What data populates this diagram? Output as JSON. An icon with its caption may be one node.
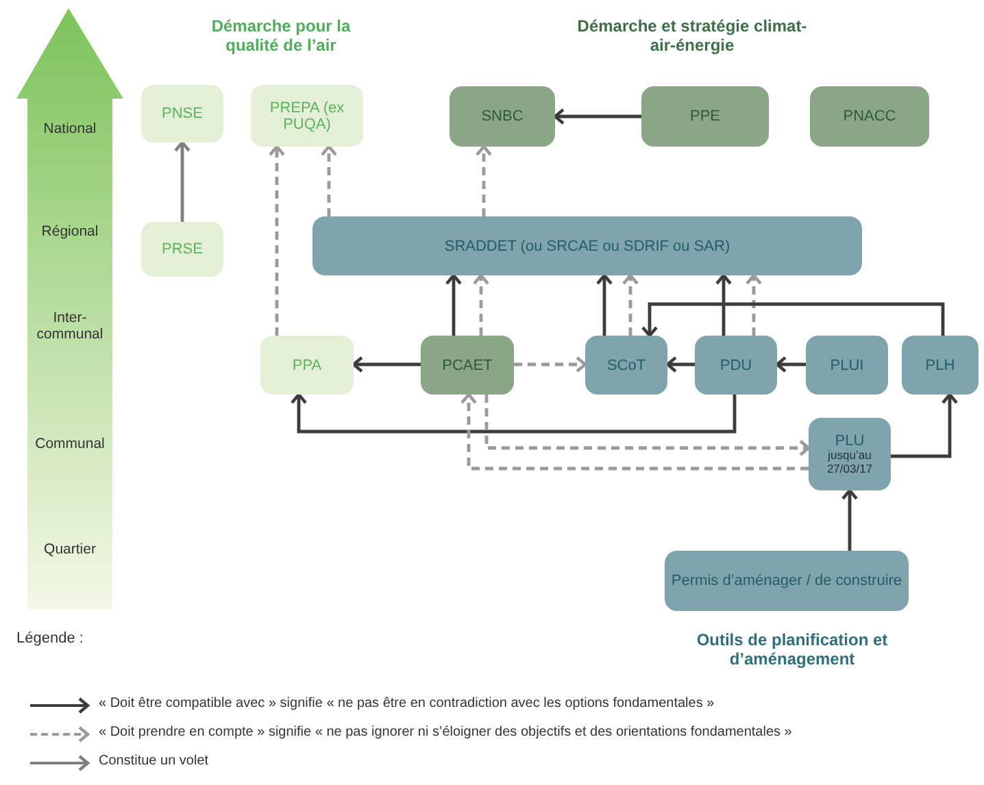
{
  "diagram": {
    "nodes": [
      {
        "text": [
          "PNSE"
        ]
      },
      {
        "text": [
          "PREPA (ex PUQA)"
        ]
      },
      {
        "text": [
          "SNBC"
        ]
      },
      {
        "text": [
          "PPE"
        ]
      },
      {
        "text": [
          "PNACC"
        ]
      },
      {
        "text": [
          "PRSE"
        ]
      },
      {
        "text": [
          "SRADDET (ou SRCAE ou SDRIF ou SAR)"
        ]
      },
      {
        "text": [
          "PPA"
        ]
      },
      {
        "text": [
          "PCAET"
        ]
      },
      {
        "text": [
          "SCoT"
        ]
      },
      {
        "text": [
          "PDU"
        ]
      },
      {
        "text": [
          "PLUI"
        ]
      },
      {
        "text": [
          "PLH"
        ]
      },
      {
        "text": [
          "PLU",
          "jusqu’au 27/03/17"
        ]
      },
      {
        "text": [
          "Permis d’aménager / de construire"
        ]
      }
    ],
    "edges": [
      {
        "from": 5,
        "to": 0,
        "arrow": "to",
        "color": "#808080"
      },
      {
        "from": 7,
        "to": 1,
        "arrow": "to",
        "style": "dashed",
        "color": "#9a9a9a"
      },
      {
        "from": 6,
        "to": 1,
        "arrow": "to",
        "style": "dashed",
        "color": "#9a9a9a"
      },
      {
        "from": 6,
        "to": 2,
        "arrow": "to",
        "style": "dashed",
        "color": "#9a9a9a"
      },
      {
        "from": 3,
        "to": 2,
        "arrow": "to"
      },
      {
        "from": 8,
        "to": 7,
        "arrow": "to"
      },
      {
        "from": 8,
        "to": 9,
        "arrow": "to",
        "style": "dashed",
        "color": "#9a9a9a"
      },
      {
        "from": 8,
        "to": 6,
        "arrow": "to"
      },
      {
        "from": 8,
        "to": 6,
        "arrow": "to",
        "style": "dashed",
        "color": "#9a9a9a"
      },
      {
        "from": 9,
        "to": 6,
        "arrow": "to"
      },
      {
        "from": 9,
        "to": 6,
        "arrow": "to",
        "style": "dashed",
        "color": "#9a9a9a"
      },
      {
        "from": 10,
        "to": 9,
        "arrow": "to"
      },
      {
        "from": 11,
        "to": 10,
        "arrow": "to"
      },
      {
        "from": 10,
        "to": 6,
        "arrow": "to"
      },
      {
        "from": 10,
        "to": 6,
        "arrow": "to",
        "style": "dashed",
        "color": "#9a9a9a"
      },
      {
        "from": 12,
        "to": 9,
        "arrow": "to"
      },
      {
        "from": 10,
        "to": 7,
        "arrow": "to"
      },
      {
        "from": 8,
        "to": 13,
        "arrow": "to",
        "style": "dashed",
        "color": "#9a9a9a"
      },
      {
        "from": 13,
        "to": 8,
        "arrow": "to",
        "style": "dashed",
        "color": "#9a9a9a"
      },
      {
        "from": 13,
        "to": 12,
        "arrow": "to"
      },
      {
        "from": 14,
        "to": 13,
        "arrow": "to"
      }
    ],
    "labels": [
      "Démarche pour la qualité de l’air",
      "Démarche et stratégie climat-air-énergie",
      "National",
      "Régional",
      "Inter- communal",
      "Communal",
      "Quartier",
      "Légende :",
      "Outils de planification et d’aménagement"
    ],
    "legend": [
      {
        "text": "« Doit être compatible avec » signifie « ne pas être en contradiction avec les options fondamentales »"
      },
      {
        "text": "« Doit prendre en compte » signifie « ne pas ignorer ni s’éloigner des objectifs et des orientations fondamentales »"
      },
      {
        "text": "Constitue un volet"
      }
    ]
  }
}
